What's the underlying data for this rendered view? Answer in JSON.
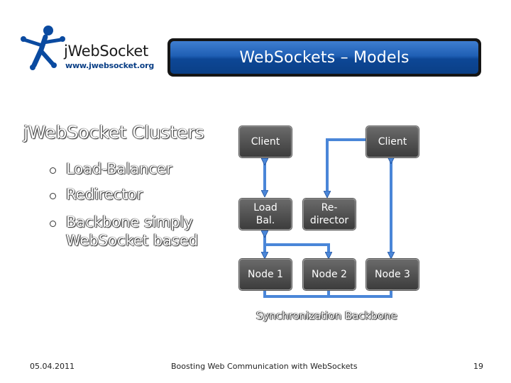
{
  "logo": {
    "name": "jWebSocket",
    "url": "www.jwebsocket.org",
    "color": "#0a3f86"
  },
  "title": "WebSockets – Models",
  "content": {
    "heading": "jWebSocket Clusters",
    "bullets": [
      "Load-Balancer",
      "Redirector",
      "Backbone simply WebSocket based"
    ]
  },
  "diagram": {
    "nodes": {
      "client_left": "Client",
      "client_right": "Client",
      "load_balancer": "Load Bal.",
      "redirector": "Re-director",
      "node1": "Node 1",
      "node2": "Node 2",
      "node3": "Node 3"
    },
    "backbone_label": "Synchronization Backbone",
    "arrow_color": "#4a86d8"
  },
  "footer": {
    "date": "05.04.2011",
    "title": "Boosting Web Communication with WebSockets",
    "page": "19"
  }
}
